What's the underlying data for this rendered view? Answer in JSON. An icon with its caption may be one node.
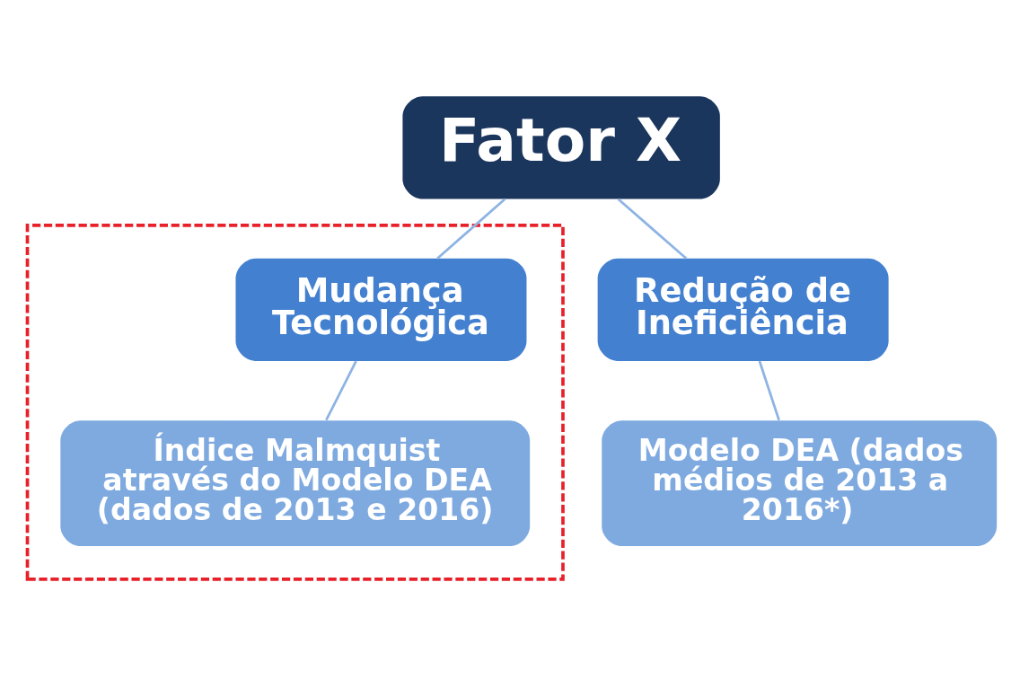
{
  "diagram": {
    "nodes": [
      {
        "text": [
          "Fator X"
        ]
      },
      {
        "text": [
          "Redução de Ineficiência"
        ]
      },
      {
        "text": [
          "Modelo DEA (dados médios de 2013 a 2016*)"
        ]
      },
      {
        "text": [],
        "shape": "box"
      },
      {
        "text": [
          "Mudança Tecnológica"
        ],
        "in": 3
      },
      {
        "text": [
          "Índice Malmquist através do Modelo DEA (dados de 2013 e 2016)"
        ],
        "in": 3
      }
    ],
    "edges": [
      {
        "from": 0,
        "to": 1,
        "arrow": "none"
      },
      {
        "from": 0,
        "to": 4,
        "arrow": "none"
      },
      {
        "from": 1,
        "to": 2,
        "arrow": "none"
      },
      {
        "from": 4,
        "to": 5,
        "arrow": "none"
      }
    ]
  }
}
